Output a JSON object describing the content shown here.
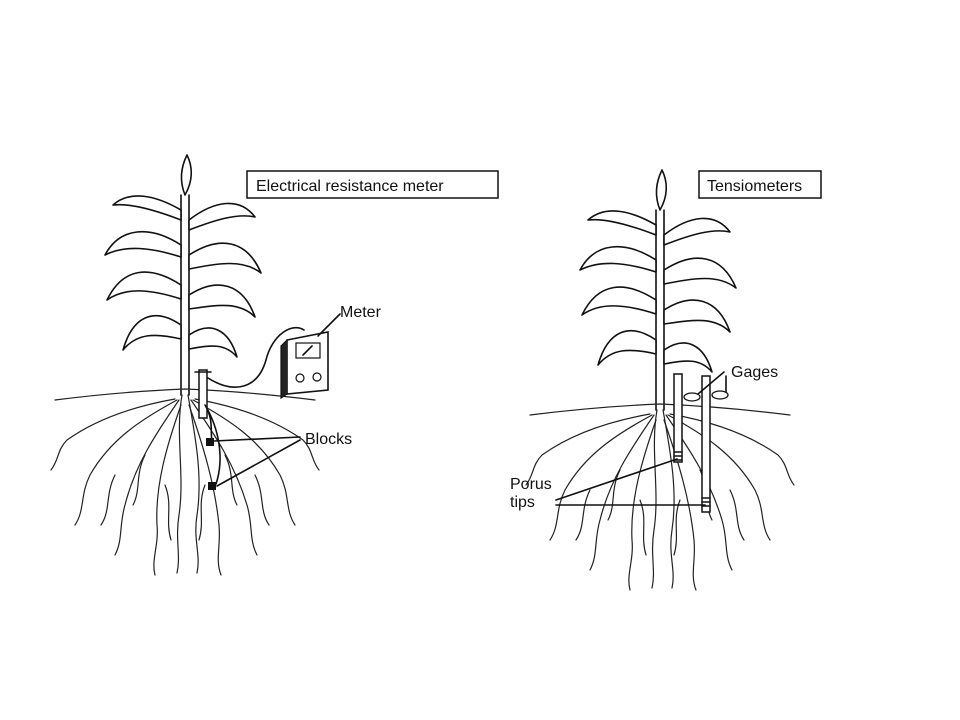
{
  "panels": [
    {
      "title": "Electrical resistance meter",
      "labels": {
        "meter": "Meter",
        "blocks": "Blocks"
      }
    },
    {
      "title": "Tensiometers",
      "labels": {
        "gages": "Gages",
        "porus_line1": "Porus",
        "porus_line2": "tips"
      }
    }
  ]
}
